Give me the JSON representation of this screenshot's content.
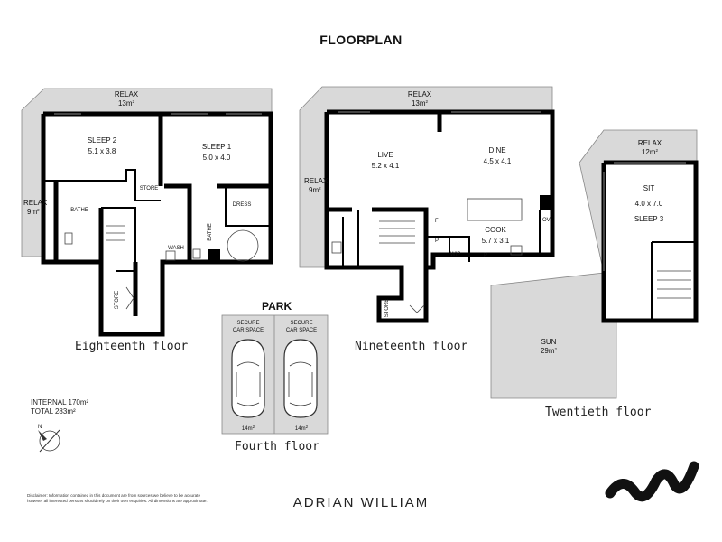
{
  "title": "FLOORPLAN",
  "floors": {
    "eighteenth": {
      "label": "Eighteenth floor",
      "rooms": {
        "relax_top": {
          "name": "RELAX",
          "area": "13m",
          "sup": "2"
        },
        "sleep2": {
          "name": "SLEEP 2",
          "dims": "5.1 x 3.8"
        },
        "sleep1": {
          "name": "SLEEP 1",
          "dims": "5.0 x 4.0"
        },
        "store1": {
          "name": "STORE"
        },
        "bathe1": {
          "name": "BATHE"
        },
        "relax_left": {
          "name": "RELAX",
          "area": "9m",
          "sup": "2"
        },
        "dress": {
          "name": "DRESS"
        },
        "wash": {
          "name": "WASH"
        },
        "bathe2": {
          "name": "BATHE"
        },
        "store2": {
          "name": "STORE"
        }
      }
    },
    "nineteenth": {
      "label": "Nineteenth floor",
      "rooms": {
        "relax_top": {
          "name": "RELAX",
          "area": "13m",
          "sup": "2"
        },
        "live": {
          "name": "LIVE",
          "dims": "5.2 x 4.1"
        },
        "dine": {
          "name": "DINE",
          "dims": "4.5 x 4.1"
        },
        "relax_left": {
          "name": "RELAX",
          "area": "9m",
          "sup": "2"
        },
        "cook": {
          "name": "COOK",
          "dims": "5.7 x 3.1"
        },
        "f": {
          "name": "F"
        },
        "p1": {
          "name": "P"
        },
        "wip": {
          "name": "WIP"
        },
        "p2": {
          "name": "P"
        },
        "ov": {
          "name": "OV"
        },
        "store": {
          "name": "STORE"
        }
      }
    },
    "twentieth": {
      "label": "Twentieth floor",
      "rooms": {
        "relax": {
          "name": "RELAX",
          "area": "12m",
          "sup": "2"
        },
        "sit": {
          "name": "SIT",
          "dims": "4.0 x 7.0"
        },
        "sleep3": {
          "name": "SLEEP 3"
        },
        "sun": {
          "name": "SUN",
          "area": "29m",
          "sup": "2"
        }
      }
    },
    "fourth": {
      "label": "Fourth floor",
      "park_title": "PARK",
      "spaces": [
        {
          "line1": "SECURE",
          "line2": "CAR SPACE",
          "area": "14m",
          "sup": "2"
        },
        {
          "line1": "SECURE",
          "line2": "CAR SPACE",
          "area": "14m",
          "sup": "2"
        }
      ]
    }
  },
  "areas": {
    "internal": "INTERNAL 170m²",
    "total": "TOTAL 283m²"
  },
  "compass_letter": "N",
  "disclaimer": "Disclaimer: Information contained in this document are from sources we believe to be accurate however all interested persons should rely on their own enquiries. All dimensions are approximate.",
  "brand": "ADRIAN WILLIAM"
}
